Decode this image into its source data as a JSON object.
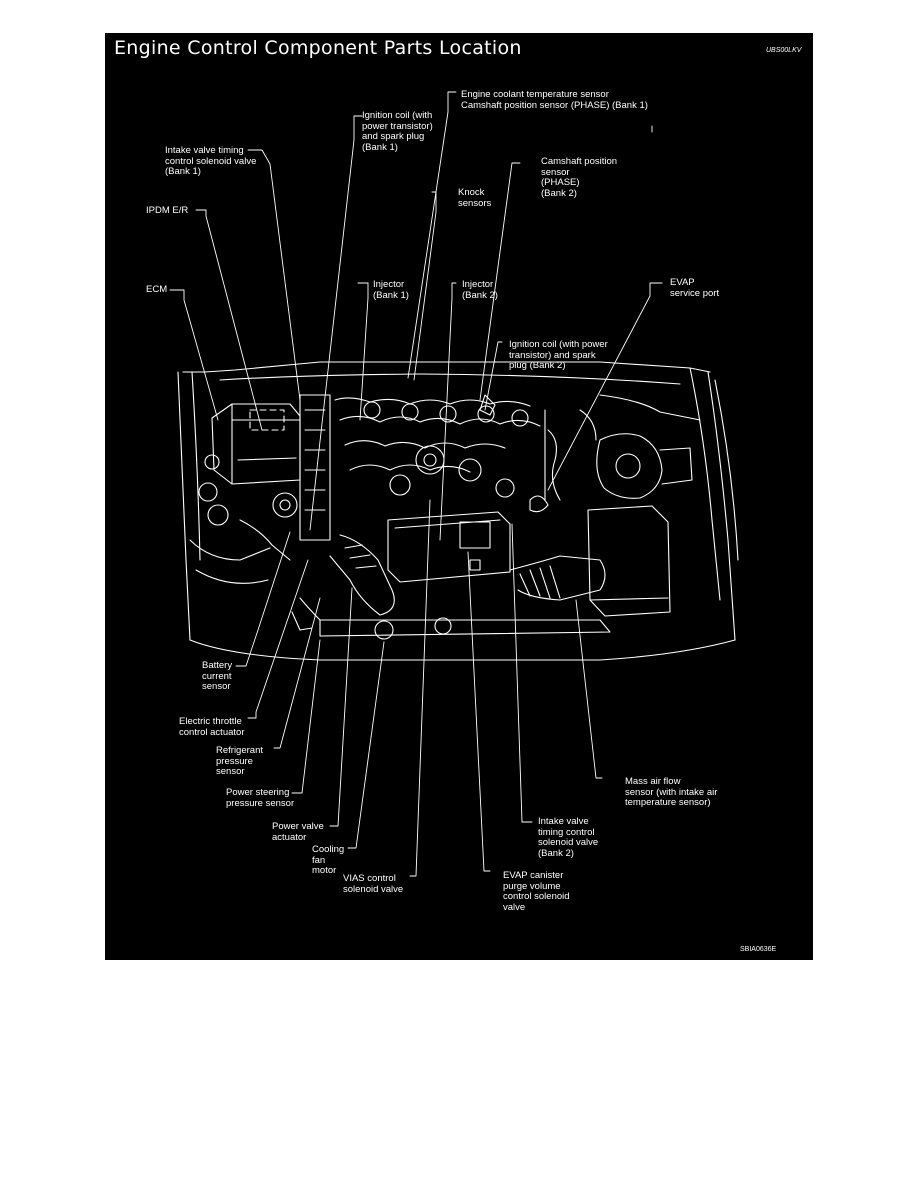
{
  "title": "Engine Control Component Parts Location",
  "code_top": "UBS00LKV",
  "code_bottom": "SBIA0636E",
  "colors": {
    "panel": "#000000",
    "line": "#ffffff",
    "page": "#ffffff"
  },
  "labels": {
    "coolant_sensor": "Engine coolant temperature sensor\nCamshaft position sensor (PHASE) (Bank 1)",
    "ignition_coil_b1": "Ignition coil (with\npower transistor)\nand spark plug\n(Bank 1)",
    "intake_valve_b1": "Intake valve timing\ncontrol solenoid valve\n(Bank 1)",
    "camshaft_b2": "Camshaft position\nsensor\n(PHASE)\n(Bank 2)",
    "knock": "Knock\nsensors",
    "ipdm": "IPDM E/R",
    "ecm": "ECM",
    "injector_b1": "Injector\n(Bank 1)",
    "injector_b2": "Injector\n(Bank 2)",
    "evap_port": "EVAP\nservice port",
    "ignition_coil_b2": "Ignition coil (with power\ntransistor) and spark\nplug (Bank 2)",
    "battery_sensor": "Battery\ncurrent\nsensor",
    "throttle": "Electric throttle\ncontrol actuator",
    "refrigerant": "Refrigerant\npressure\nsensor",
    "power_steering": "Power steering\npressure sensor",
    "power_valve": "Power valve\nactuator",
    "cooling_fan": "Cooling\nfan\nmotor",
    "vias": "VIAS control\nsolenoid valve",
    "evap_canister": "EVAP canister\npurge volume\ncontrol solenoid\nvalve",
    "intake_valve_b2": "Intake valve\ntiming control\nsolenoid valve\n(Bank 2)",
    "maf": "Mass air flow\nsensor (with intake air\ntemperature sensor)"
  }
}
